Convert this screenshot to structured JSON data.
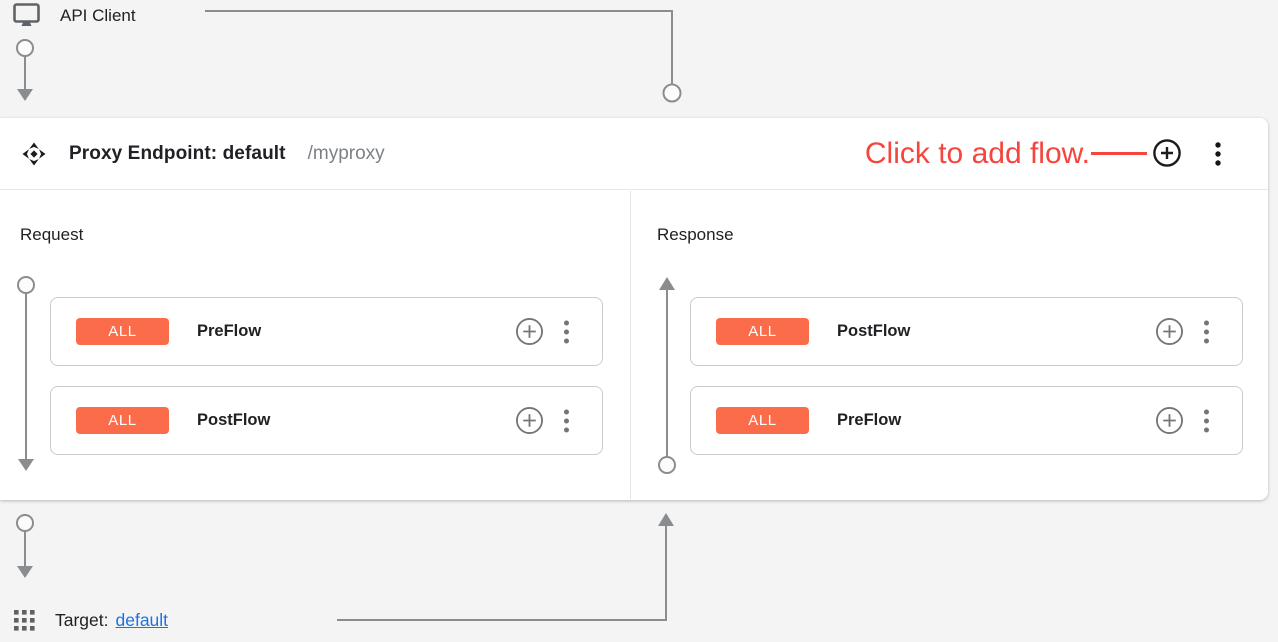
{
  "colors": {
    "page_bg": "#f4f4f4",
    "accent_orange": "#fb6c4a",
    "annotation_red": "#f4453e",
    "link_blue": "#1a73e8",
    "connector_gray": "#8a8d90",
    "icon_gray": "#757575",
    "text_dark": "#202124",
    "text_gray": "#7d8186",
    "card_border": "#c9cbce"
  },
  "api_client": {
    "label": "API Client"
  },
  "proxy_endpoint": {
    "title": "Proxy Endpoint: default",
    "path": "/myproxy",
    "annotation": "Click to add flow.",
    "request": {
      "label": "Request",
      "flows": [
        {
          "badge": "ALL",
          "name": "PreFlow"
        },
        {
          "badge": "ALL",
          "name": "PostFlow"
        }
      ]
    },
    "response": {
      "label": "Response",
      "flows": [
        {
          "badge": "ALL",
          "name": "PostFlow"
        },
        {
          "badge": "ALL",
          "name": "PreFlow"
        }
      ]
    }
  },
  "target": {
    "label": "Target:",
    "link_text": "default"
  }
}
